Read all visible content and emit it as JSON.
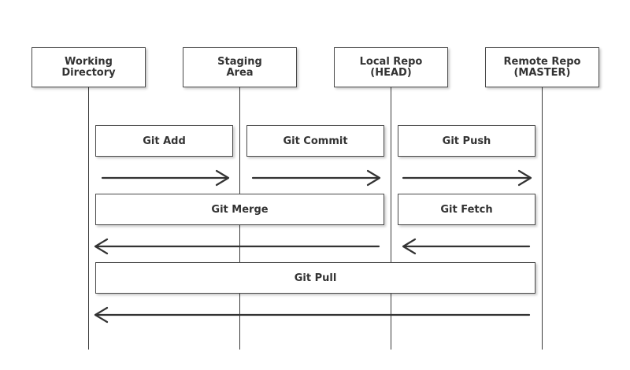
{
  "participants": [
    {
      "id": "working",
      "line1": "Working",
      "line2": "Directory"
    },
    {
      "id": "staging",
      "line1": "Staging",
      "line2": "Area"
    },
    {
      "id": "local",
      "line1": "Local Repo",
      "line2": "(HEAD)"
    },
    {
      "id": "remote",
      "line1": "Remote Repo",
      "line2": "(MASTER)"
    }
  ],
  "actions": {
    "git_add": "Git Add",
    "git_commit": "Git Commit",
    "git_push": "Git Push",
    "git_merge": "Git Merge",
    "git_fetch": "Git Fetch",
    "git_pull": "Git Pull"
  },
  "colors": {
    "line": "#3a3a3a",
    "box_border": "#4a4a4a",
    "text": "#333333"
  }
}
